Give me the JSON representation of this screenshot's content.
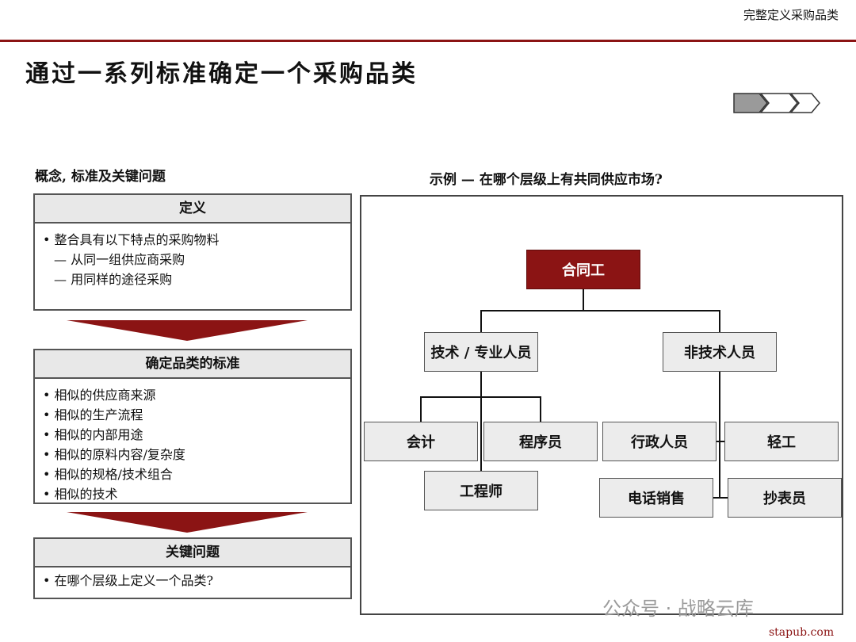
{
  "header": {
    "section_label": "完整定义采购品类",
    "title": "通过一系列标准确定一个采购品类",
    "progress": {
      "total_steps": 3,
      "active_step": 1
    }
  },
  "left": {
    "heading": "概念, 标准及关键问题",
    "definition": {
      "title": "定义",
      "lines": [
        "• 整合具有以下特点的采购物料",
        "  — 从同一组供应商采购",
        "  — 用同样的途径采购"
      ]
    },
    "criteria": {
      "title": "确定品类的标准",
      "lines": [
        "• 相似的供应商来源",
        "• 相似的生产流程",
        "• 相似的内部用途",
        "• 相似的原料内容/复杂度",
        "• 相似的规格/技术组合",
        "• 相似的技术"
      ]
    },
    "key_question": {
      "title": "关键问题",
      "lines": [
        "• 在哪个层级上定义一个品类?"
      ]
    }
  },
  "chart": {
    "title": "示例 — 在哪个层级上有共同供应市场?",
    "root": "合同工",
    "tech": "技术 / 专业人员",
    "nontech": "非技术人员",
    "tech_children": [
      "会计",
      "程序员",
      "工程师"
    ],
    "nontech_children": [
      "行政人员",
      "轻工",
      "电话销售",
      "抄表员"
    ]
  },
  "footer": {
    "watermark": "公众号 · 战略云库",
    "site": "stapub.com"
  },
  "colors": {
    "accent": "#8b1414",
    "box_fill": "#ececec"
  }
}
